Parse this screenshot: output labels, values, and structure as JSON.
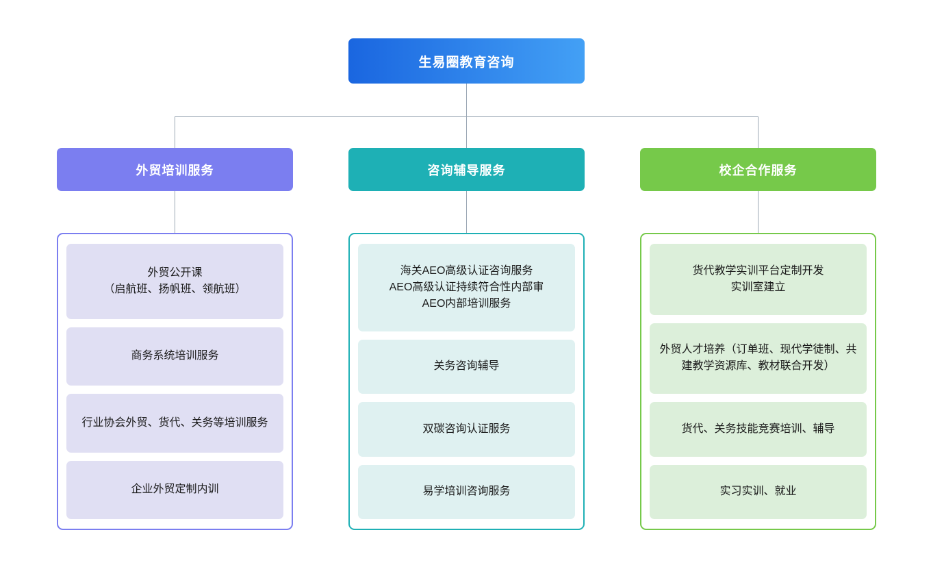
{
  "diagram": {
    "type": "organization-chart",
    "root": {
      "label": "生易圈教育咨询",
      "color_start": "#1a66e0",
      "color_end": "#43a0f5"
    },
    "branches": [
      {
        "header": "外贸培训服务",
        "color": "#7b7ef0",
        "card_fill": "#e0dff3",
        "items": [
          "外贸公开课\n（启航班、扬帆班、领航班）",
          "商务系统培训服务",
          "行业协会外贸、货代、关务等培训服务",
          "企业外贸定制内训"
        ]
      },
      {
        "header": "咨询辅导服务",
        "color": "#1eb0b5",
        "card_fill": "#dff1f1",
        "items": [
          "海关AEO高级认证咨询服务\nAEO高级认证持续符合性内部审\nAEO内部培训服务",
          "关务咨询辅导",
          "双碳咨询认证服务",
          "易学培训咨询服务"
        ]
      },
      {
        "header": "校企合作服务",
        "color": "#76c94a",
        "card_fill": "#dcefda",
        "items": [
          "货代教学实训平台定制开发\n实训室建立",
          "外贸人才培养（订单班、现代学徒制、共建教学资源库、教材联合开发）",
          "货代、关务技能竞赛培训、辅导",
          "实习实训、就业"
        ]
      }
    ],
    "connector_color": "#9aa7b4",
    "background": "#ffffff"
  }
}
